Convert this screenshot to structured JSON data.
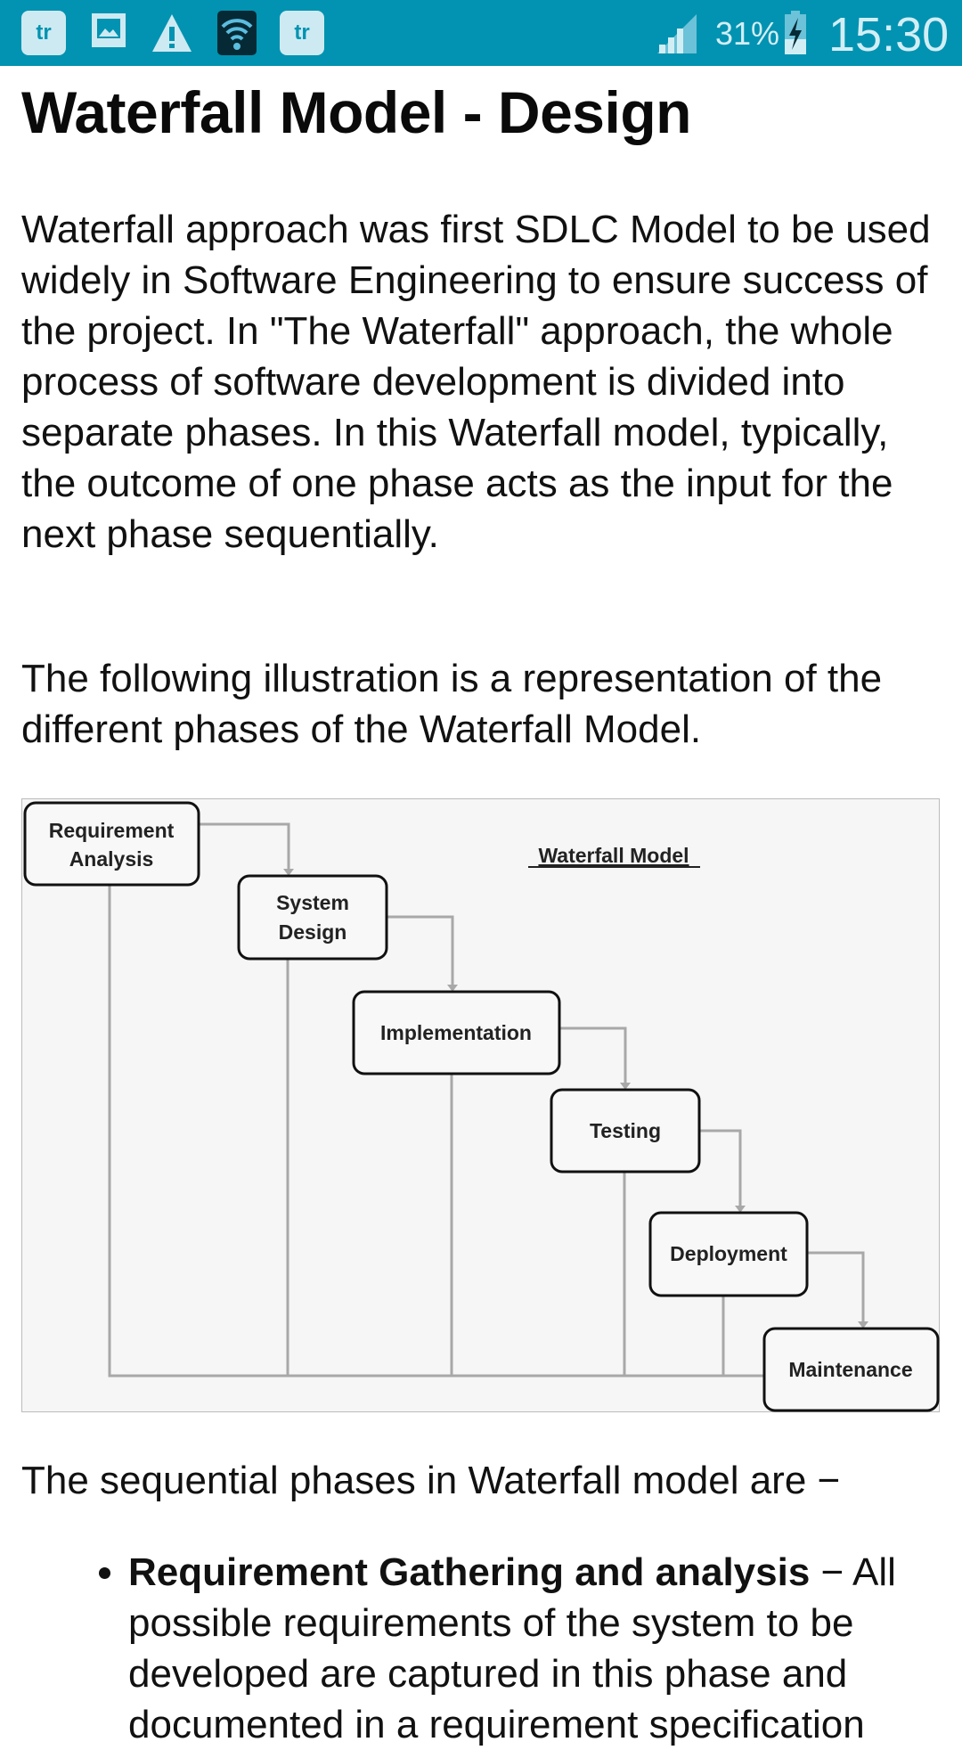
{
  "status_bar": {
    "notification_icons": [
      "tr-app-icon",
      "image-icon",
      "warning-icon",
      "wifi-icon",
      "tr-app-icon"
    ],
    "tr_label": "tr",
    "battery": "31%",
    "time": "15:30",
    "color": "#0193b1"
  },
  "article": {
    "title": "Waterfall Model - Design",
    "intro": "Waterfall approach was first SDLC Model to be used widely in Software Engineering to ensure success of the project. In \"The Waterfall\" approach, the whole process of software development is divided into separate phases. In this Waterfall model, typically, the outcome of one phase acts as the input for the next phase sequentially.",
    "illustration_intro": "The following illustration is a representation of the different phases of the Waterfall Model.",
    "diagram": {
      "title": "Waterfall Model",
      "phases": [
        {
          "line1": "Requirement",
          "line2": "Analysis"
        },
        {
          "line1": "System",
          "line2": "Design"
        },
        {
          "line1": "Implementation",
          "line2": ""
        },
        {
          "line1": "Testing",
          "line2": ""
        },
        {
          "line1": "Deployment",
          "line2": ""
        },
        {
          "line1": "Maintenance",
          "line2": ""
        }
      ]
    },
    "phases_intro": "The sequential phases in Waterfall model are −",
    "bullets": [
      {
        "term": "Requirement Gathering and analysis",
        "text": " − All possible requirements of the system to be developed are captured in this phase and documented in a requirement specification"
      }
    ]
  }
}
